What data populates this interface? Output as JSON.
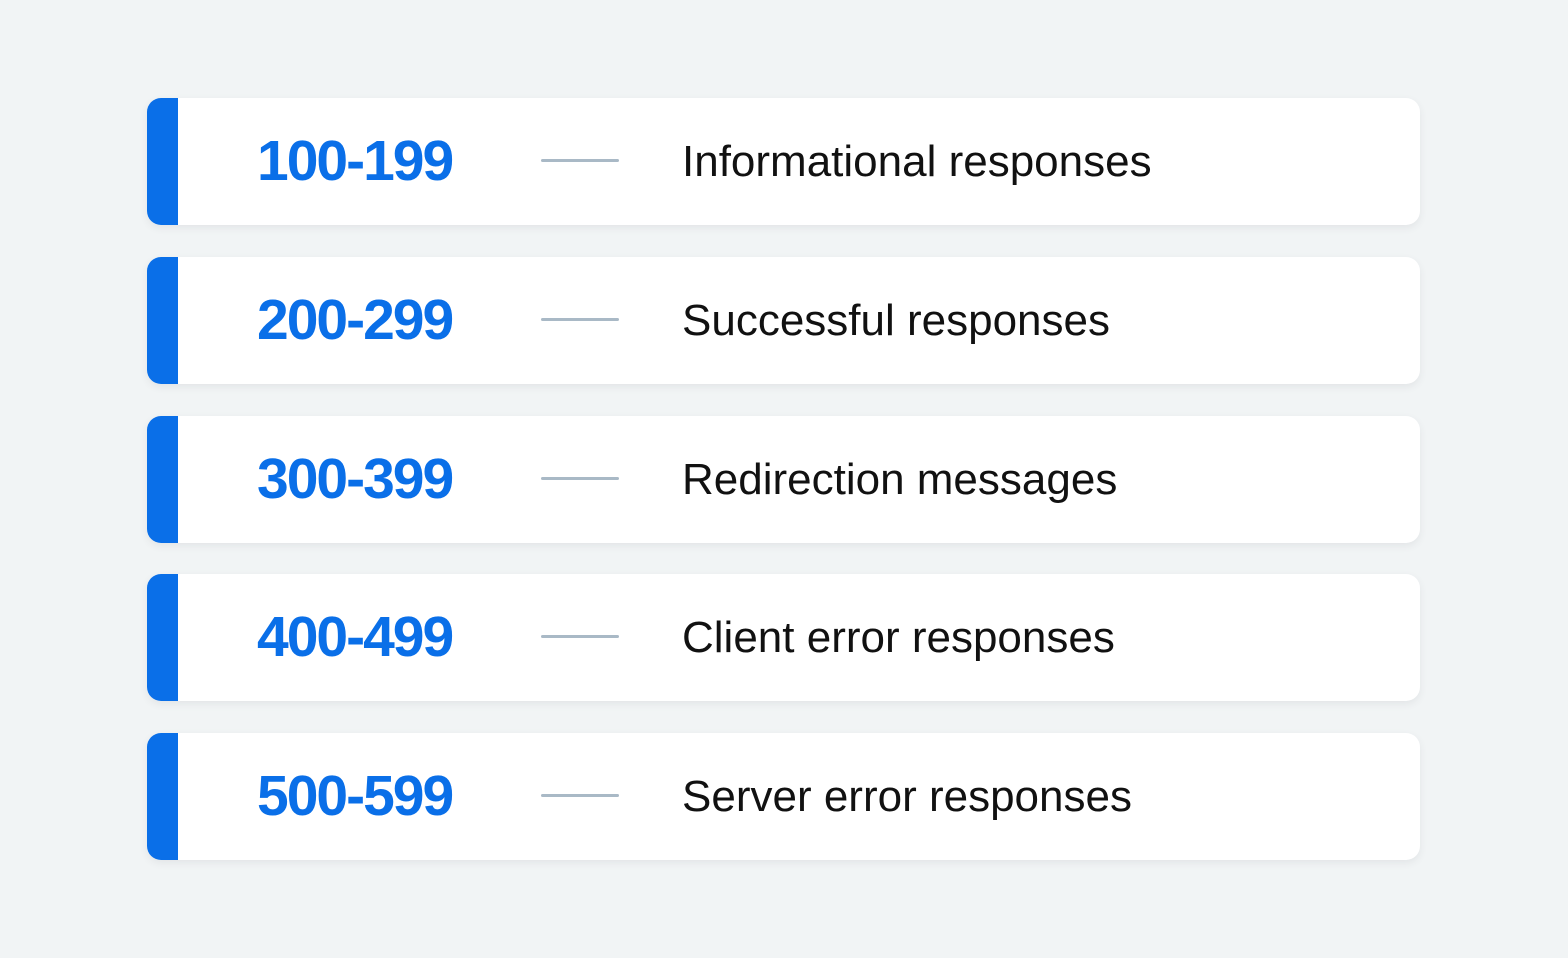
{
  "colors": {
    "accent": "#0a6fe8",
    "background": "#f1f4f5",
    "card": "#ffffff",
    "connector": "#a9b9c6",
    "label_text": "#111111"
  },
  "rows": [
    {
      "code": "100-199",
      "label": "Informational responses"
    },
    {
      "code": "200-299",
      "label": "Successful responses"
    },
    {
      "code": "300-399",
      "label": "Redirection messages"
    },
    {
      "code": "400-499",
      "label": "Client error responses"
    },
    {
      "code": "500-599",
      "label": "Server error responses"
    }
  ]
}
